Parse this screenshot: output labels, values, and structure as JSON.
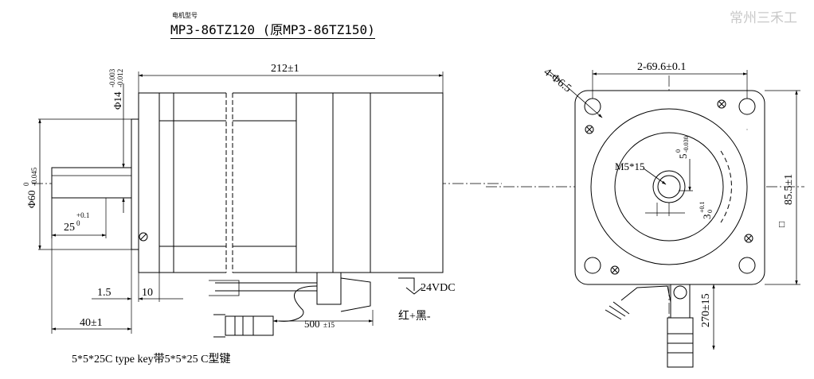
{
  "header": {
    "model_label": "电机型号",
    "model_text": "MP3-86TZ120 (原MP3-86TZ150)",
    "watermark": "常州三禾工"
  },
  "side_view": {
    "length": "212±1",
    "shaft_dia": "Φ14",
    "shaft_dia_upper": "-0.003",
    "shaft_dia_lower": "-0.012",
    "pilot_dia": "Φ60",
    "pilot_dia_upper": "0",
    "pilot_dia_lower": "-0.045",
    "key_len": "25",
    "key_len_upper": "+0.1",
    "key_len_lower": "0",
    "flange_1_5": "1.5",
    "flange_10": "10",
    "shaft_40": "40±1",
    "cable_len": "500",
    "cable_len_tol": "±15",
    "power": "24VDC",
    "wire_colors": "红+黑-"
  },
  "front_view": {
    "holes": "4-Φ6.5",
    "hole_spacing": "2-69.6±0.1",
    "square": "85.5±1",
    "square_symbol": "□",
    "thread": "M5*15",
    "key_width": "5",
    "key_width_upper": "0",
    "key_width_lower": "-0.030",
    "key_depth": "3",
    "key_depth_upper": "+0.1",
    "key_depth_lower": "0",
    "cable_len": "270±15"
  },
  "footer": {
    "key_note": "5*5*25C type key带5*5*25 C型键"
  }
}
